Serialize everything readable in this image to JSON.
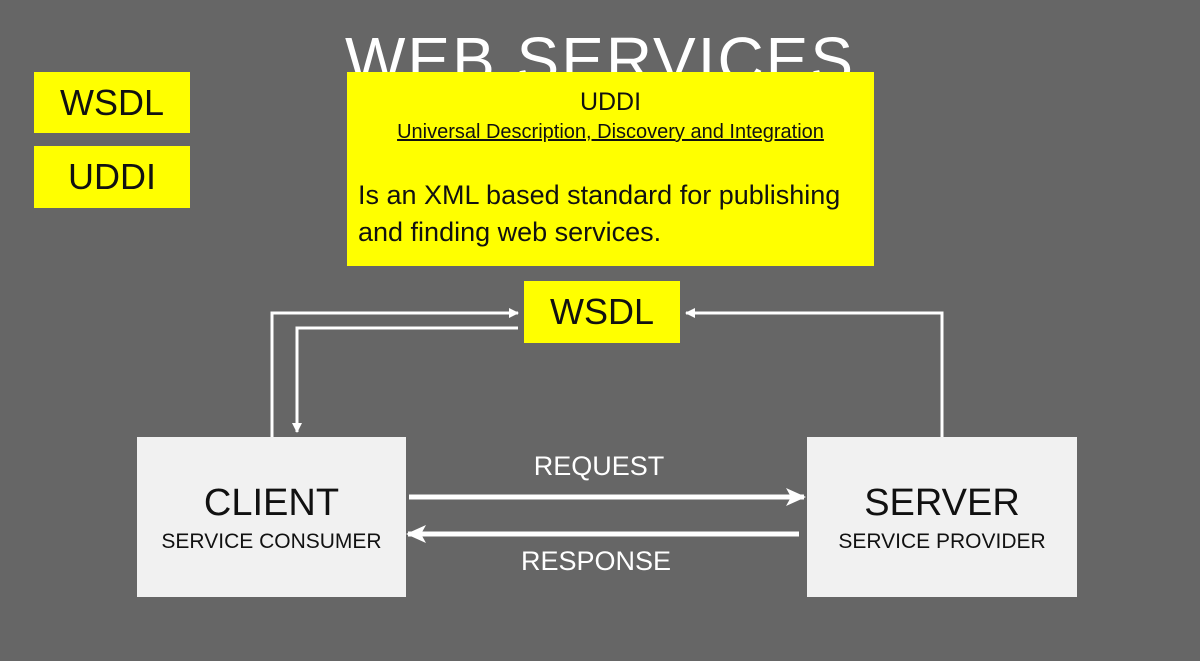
{
  "slide": {
    "title": "WEB SERVICES"
  },
  "legend": {
    "items": [
      "WSDL",
      "UDDI"
    ]
  },
  "uddi_card": {
    "title": "UDDI",
    "subtitle": "Universal Description, Discovery and Integration",
    "description": "Is an XML based standard for publishing and finding web services."
  },
  "diagram": {
    "wsdl_node": "WSDL",
    "client": {
      "name": "CLIENT",
      "role": "SERVICE CONSUMER"
    },
    "server": {
      "name": "SERVER",
      "role": "SERVICE PROVIDER"
    },
    "request_label": "REQUEST",
    "response_label": "RESPONSE"
  },
  "colors": {
    "background": "#666666",
    "highlight": "#ffff00",
    "box": "#f1f1f1",
    "arrow": "#ffffff"
  }
}
